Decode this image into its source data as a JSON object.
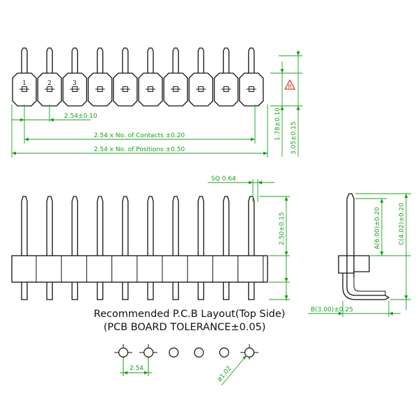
{
  "top_view": {
    "contact_count": 10,
    "pin_numbers": [
      "1",
      "2",
      "3"
    ],
    "pitch_label": "2.54±0.10",
    "contacts_label": "2.54 x No. of Contacts ±0.20",
    "positions_label": "2.54 x No. of Positions ±0.50",
    "height_label_1": "1.78±0.10",
    "height_label_2": "3.05±0.15"
  },
  "front_view": {
    "pin_count": 10,
    "sq_label": "SQ 0.64",
    "pin_length_label": "2.50±0.15"
  },
  "side_view": {
    "a_label": "A(6.00)±0.20",
    "c_label": "C(4.02)±0.20",
    "b_label": "B(3.00)±0.25"
  },
  "pcb_layout": {
    "title": "Recommended P.C.B Layout(Top Side)",
    "subtitle": "(PCB BOARD TOLERANCE±0.05)",
    "hole_count": 6,
    "pitch_label": "2.54",
    "hole_dia_label": "ø1.02"
  },
  "colors": {
    "dimension": "#1aa01a",
    "outline": "#111111",
    "warning_mark": "#e53935"
  }
}
